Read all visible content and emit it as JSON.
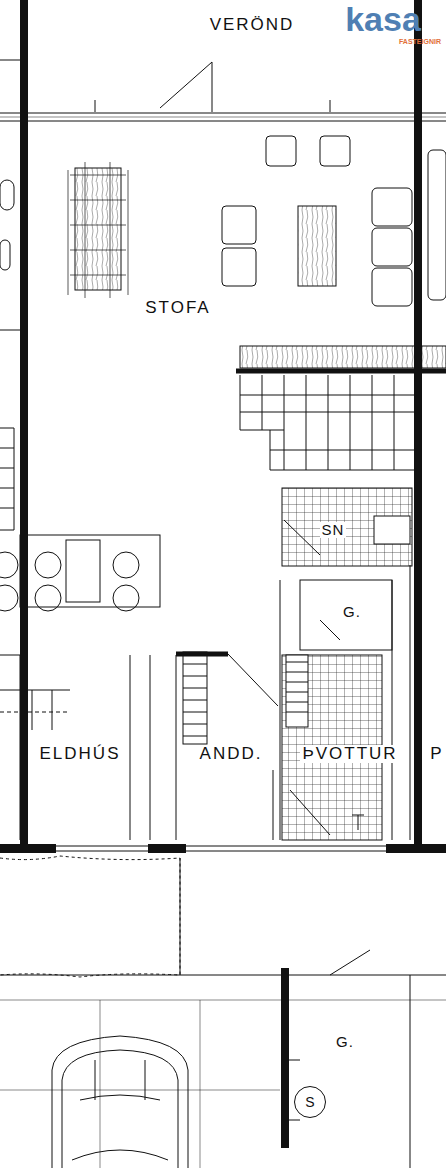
{
  "diagram": {
    "nodes": [
      {
        "text": [
          "S"
        ]
      }
    ],
    "labels": [
      "VERÖND",
      "kasa",
      "FASTEIGNIR",
      "STOFA",
      "SN",
      "G.",
      "ELDHÚS",
      "ANDD.",
      "ÞVOTTUR",
      "P",
      "G."
    ]
  }
}
